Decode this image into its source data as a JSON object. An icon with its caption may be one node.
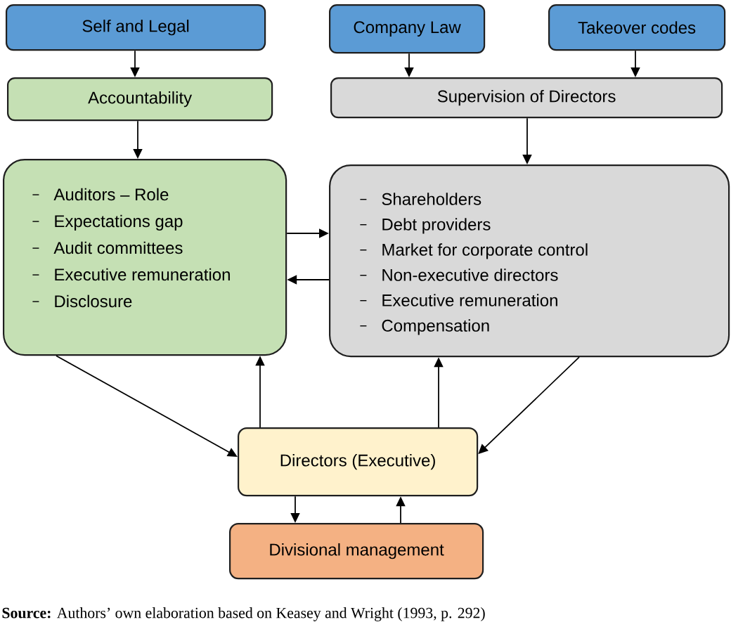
{
  "diagram": {
    "caption": "**Source:** Authors’ own elaboration based on Keasey and Wright (1993, p. 292)",
    "nodes": [
      {
        "text": [
          "Self and Legal"
        ]
      },
      {
        "text": [
          "Company Law"
        ]
      },
      {
        "text": [
          "Takeover codes"
        ]
      },
      {
        "text": [
          "Accountability"
        ]
      },
      {
        "text": [
          "Supervision of Directors"
        ]
      },
      {
        "text": [
          "Auditors – Role",
          "Expectations gap",
          "Audit committees",
          "Executive remuneration",
          "Disclosure"
        ]
      },
      {
        "text": [
          "Shareholders",
          "Debt providers",
          "Market for corporate control",
          "Non-executive directors",
          "Executive remuneration",
          "Compensation"
        ]
      },
      {
        "text": [
          "Directors (Executive)"
        ]
      },
      {
        "text": [
          "Divisional management"
        ]
      }
    ],
    "edges": [
      {
        "from": 0,
        "to": 3,
        "arrow": "to"
      },
      {
        "from": 1,
        "to": 4,
        "arrow": "to"
      },
      {
        "from": 2,
        "to": 4,
        "arrow": "to"
      },
      {
        "from": 3,
        "to": 5,
        "arrow": "to"
      },
      {
        "from": 4,
        "to": 6,
        "arrow": "to"
      },
      {
        "from": 5,
        "to": 6,
        "arrow": "to"
      },
      {
        "from": 6,
        "to": 5,
        "arrow": "to"
      },
      {
        "from": 5,
        "to": 7,
        "arrow": "to"
      },
      {
        "from": 7,
        "to": 5,
        "arrow": "to"
      },
      {
        "from": 7,
        "to": 6,
        "arrow": "to"
      },
      {
        "from": 6,
        "to": 7,
        "arrow": "to"
      },
      {
        "from": 7,
        "to": 8,
        "arrow": "to"
      },
      {
        "from": 8,
        "to": 7,
        "arrow": "to"
      }
    ]
  }
}
